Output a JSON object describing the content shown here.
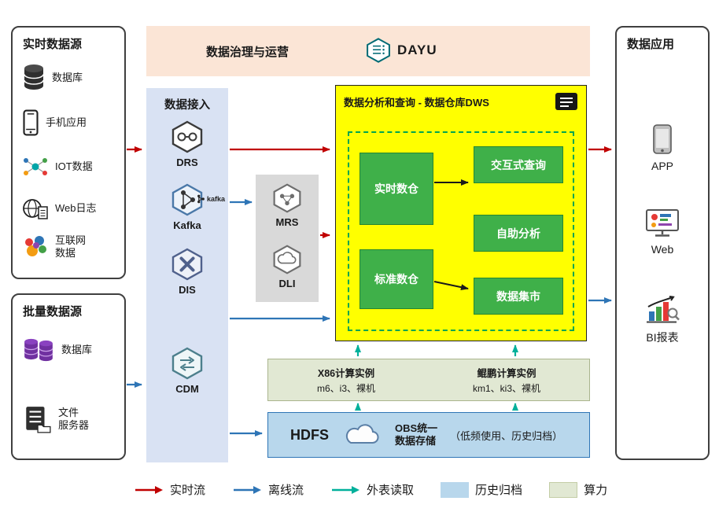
{
  "banner": {
    "title": "数据治理与运营",
    "logo_text": "DAYU",
    "logo_icon": "dayu-hexagon-icon"
  },
  "realtime_sources": {
    "title": "实时数据源",
    "items": [
      {
        "label": "数据库",
        "icon": "database-icon"
      },
      {
        "label": "手机应用",
        "icon": "mobile-phone-icon"
      },
      {
        "label": "IOT数据",
        "icon": "iot-icon"
      },
      {
        "label": "Web日志",
        "icon": "web-log-icon"
      },
      {
        "label": "互联网\n数据",
        "icon": "internet-data-icon"
      }
    ]
  },
  "batch_sources": {
    "title": "批量数据源",
    "items": [
      {
        "label": "数据库",
        "icon": "database-purple-icon"
      },
      {
        "label": "文件\n服务器",
        "icon": "file-server-icon"
      }
    ]
  },
  "ingestion": {
    "title": "数据接入",
    "kafka_badge": "kafka",
    "items": [
      {
        "label": "DRS",
        "icon": "drs-hexagon-icon"
      },
      {
        "label": "Kafka",
        "icon": "kafka-hexagon-icon"
      },
      {
        "label": "DIS",
        "icon": "dis-hexagon-icon"
      },
      {
        "label": "CDM",
        "icon": "cdm-hexagon-icon"
      }
    ]
  },
  "processing": {
    "items": [
      {
        "label": "MRS",
        "icon": "mrs-hexagon-icon"
      },
      {
        "label": "DLI",
        "icon": "dli-hexagon-icon"
      }
    ]
  },
  "dws": {
    "title": "数据分析和查询 - 数据仓库DWS",
    "title_icon": "document-icon",
    "warehouses": [
      {
        "label": "实时数仓"
      },
      {
        "label": "标准数仓"
      }
    ],
    "services": [
      {
        "label": "交互式查询"
      },
      {
        "label": "自助分析"
      },
      {
        "label": "数据集市"
      }
    ]
  },
  "compute": {
    "groups": [
      {
        "title": "X86计算实例",
        "subtitle": "m6、i3、裸机"
      },
      {
        "title": "鲲鹏计算实例",
        "subtitle": "km1、ki3、裸机"
      }
    ]
  },
  "storage": {
    "title": "HDFS",
    "cloud_icon": "obs-cloud-icon",
    "obs_label": "OBS统一\n数据存储",
    "note": "（低频使用、历史归档）"
  },
  "applications": {
    "title": "数据应用",
    "items": [
      {
        "label": "APP",
        "icon": "app-phone-icon"
      },
      {
        "label": "Web",
        "icon": "web-browser-icon"
      },
      {
        "label": "BI报表",
        "icon": "bi-report-icon"
      }
    ]
  },
  "legend": {
    "items": [
      {
        "label": "实时流",
        "type": "arrow",
        "color": "#c00000"
      },
      {
        "label": "离线流",
        "type": "arrow",
        "color": "#2e75b6"
      },
      {
        "label": "外表读取",
        "type": "arrow",
        "color": "#00b09b"
      },
      {
        "label": "历史归档",
        "type": "box",
        "color": "#b8d7ec"
      },
      {
        "label": "算力",
        "type": "box",
        "color": "#e1e8d3"
      }
    ]
  },
  "colors": {
    "banner": "#fbe5d6",
    "ingest_panel": "#d9e2f3",
    "processing_panel": "#d9d9d9",
    "dws_panel": "#ffff00",
    "warehouse_green": "#3fb049",
    "compute_panel": "#e1e8d3",
    "storage_panel": "#b8d7ec"
  }
}
